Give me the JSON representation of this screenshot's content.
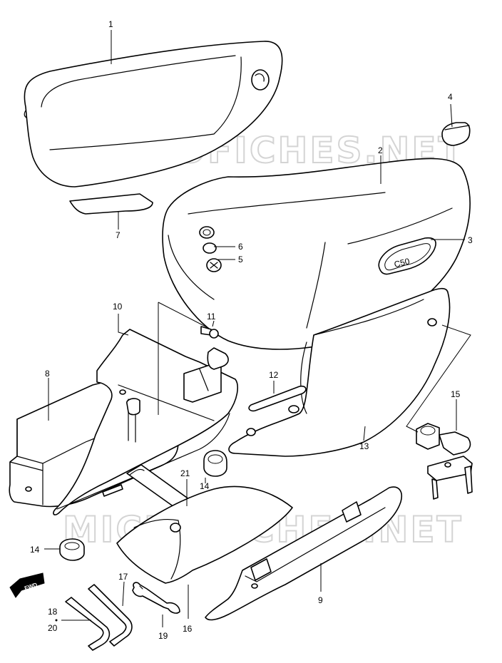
{
  "watermarks": [
    "MICROFICHES.NET",
    "MICROFICHES.NET"
  ],
  "emblem_text": "C50",
  "fwd_label": "FWD",
  "callouts": {
    "c1": "1",
    "c2": "2",
    "c3": "3",
    "c4": "4",
    "c5": "5",
    "c6": "6",
    "c7": "7",
    "c8": "8",
    "c9": "9",
    "c10": "10",
    "c11": "11",
    "c12": "12",
    "c13": "13",
    "c14a": "14",
    "c14b": "14",
    "c15": "15",
    "c16": "16",
    "c17": "17",
    "c18": "18",
    "c19": "19",
    "c20": "20",
    "c21": "21"
  }
}
